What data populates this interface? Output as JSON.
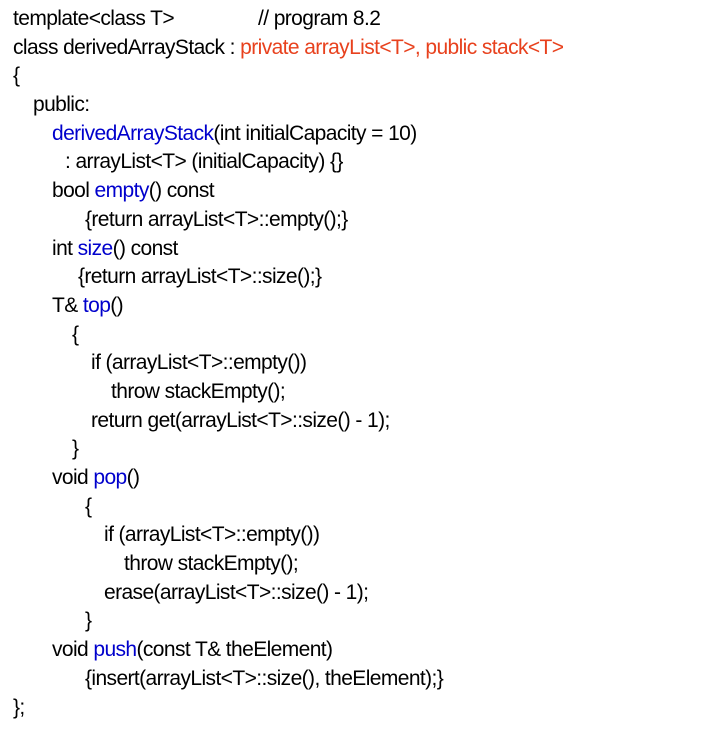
{
  "colors": {
    "plain": "#000000",
    "name": "#0000cc",
    "base": "#e8411d",
    "background": "#ffffff"
  },
  "code": {
    "lines": [
      {
        "indent": 0,
        "segments": [
          {
            "t": "template<class T>",
            "c": "plain"
          }
        ],
        "trailing": "// program 8.2"
      },
      {
        "indent": 0,
        "segments": [
          {
            "t": "class derivedArrayStack : ",
            "c": "plain"
          },
          {
            "t": "private arrayList<T>, public stack<T>",
            "c": "base"
          }
        ]
      },
      {
        "indent": 0,
        "segments": [
          {
            "t": "{",
            "c": "plain"
          }
        ]
      },
      {
        "indent": 20,
        "segments": [
          {
            "t": "public:",
            "c": "plain"
          }
        ]
      },
      {
        "indent": 39,
        "segments": [
          {
            "t": "derivedArrayStack",
            "c": "name"
          },
          {
            "t": "(int initialCapacity = 10)",
            "c": "plain"
          }
        ]
      },
      {
        "indent": 52,
        "segments": [
          {
            "t": ": arrayList<T> (initialCapacity) {}",
            "c": "plain"
          }
        ]
      },
      {
        "indent": 39,
        "segments": [
          {
            "t": "bool ",
            "c": "plain"
          },
          {
            "t": "empty",
            "c": "name"
          },
          {
            "t": "() const",
            "c": "plain"
          }
        ]
      },
      {
        "indent": 72,
        "segments": [
          {
            "t": "{return arrayList<T>::empty();}",
            "c": "plain"
          }
        ]
      },
      {
        "indent": 39,
        "segments": [
          {
            "t": "int ",
            "c": "plain"
          },
          {
            "t": "size",
            "c": "name"
          },
          {
            "t": "() const",
            "c": "plain"
          }
        ]
      },
      {
        "indent": 65,
        "segments": [
          {
            "t": "{return arrayList<T>::size();}",
            "c": "plain"
          }
        ]
      },
      {
        "indent": 39,
        "segments": [
          {
            "t": "T& ",
            "c": "plain"
          },
          {
            "t": "top",
            "c": "name"
          },
          {
            "t": "()",
            "c": "plain"
          }
        ]
      },
      {
        "indent": 59,
        "segments": [
          {
            "t": "{",
            "c": "plain"
          }
        ]
      },
      {
        "indent": 78,
        "segments": [
          {
            "t": "if (arrayList<T>::empty())",
            "c": "plain"
          }
        ]
      },
      {
        "indent": 98,
        "segments": [
          {
            "t": "throw stackEmpty();",
            "c": "plain"
          }
        ]
      },
      {
        "indent": 78,
        "segments": [
          {
            "t": "return get(arrayList<T>::size() - 1);",
            "c": "plain"
          }
        ]
      },
      {
        "indent": 59,
        "segments": [
          {
            "t": "}",
            "c": "plain"
          }
        ]
      },
      {
        "indent": 39,
        "segments": [
          {
            "t": "void ",
            "c": "plain"
          },
          {
            "t": "pop",
            "c": "name"
          },
          {
            "t": "()",
            "c": "plain"
          }
        ]
      },
      {
        "indent": 72,
        "segments": [
          {
            "t": "{",
            "c": "plain"
          }
        ]
      },
      {
        "indent": 91,
        "segments": [
          {
            "t": "if (arrayList<T>::empty())",
            "c": "plain"
          }
        ]
      },
      {
        "indent": 111,
        "segments": [
          {
            "t": "throw stackEmpty();",
            "c": "plain"
          }
        ]
      },
      {
        "indent": 91,
        "segments": [
          {
            "t": "erase(arrayList<T>::size() - 1);",
            "c": "plain"
          }
        ]
      },
      {
        "indent": 72,
        "segments": [
          {
            "t": "}",
            "c": "plain"
          }
        ]
      },
      {
        "indent": 39,
        "segments": [
          {
            "t": "void ",
            "c": "plain"
          },
          {
            "t": "push",
            "c": "name"
          },
          {
            "t": "(const T& theElement)",
            "c": "plain"
          }
        ]
      },
      {
        "indent": 72,
        "segments": [
          {
            "t": "{insert(arrayList<T>::size(), theElement);}",
            "c": "plain"
          }
        ]
      },
      {
        "indent": 0,
        "segments": [
          {
            "t": "};",
            "c": "plain"
          }
        ]
      }
    ]
  }
}
